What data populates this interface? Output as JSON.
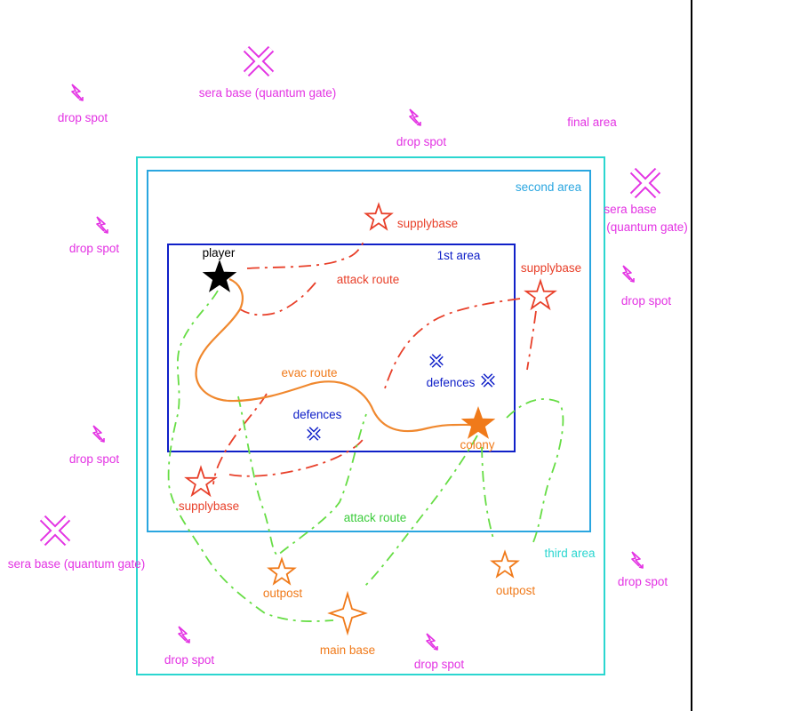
{
  "labels": {
    "final_area": "final area",
    "second_area": "second area",
    "first_area": "1st area",
    "third_area": "third area",
    "player": "player",
    "colony": "colony",
    "supplybase": "supplybase",
    "defences": "defences",
    "attack_route": "attack route",
    "evac_route": "evac route",
    "outpost": "outpost",
    "main_base": "main base",
    "drop_spot": "drop spot",
    "sera_base": "sera base (quantum gate)",
    "sera_base_line1": "sera base",
    "sera_base_line2": "(quantum gate)"
  },
  "icons": {
    "drop_spot": "lightning-bolt-icon",
    "sera_base": "x-cross-icon",
    "defences": "small-x-icon",
    "supplybase": "star-outline-icon",
    "outpost": "star-outline-icon",
    "main_base": "four-point-star-icon",
    "player": "filled-star-icon",
    "colony": "filled-star-icon"
  },
  "colors": {
    "magenta": "#e333e3",
    "red": "#e8402a",
    "blue": "#1020c8",
    "black": "#000000",
    "orange": "#f07a1a",
    "cyan": "#2aa6e0",
    "teal": "#2bd6d0",
    "green": "#3ccc3c"
  }
}
